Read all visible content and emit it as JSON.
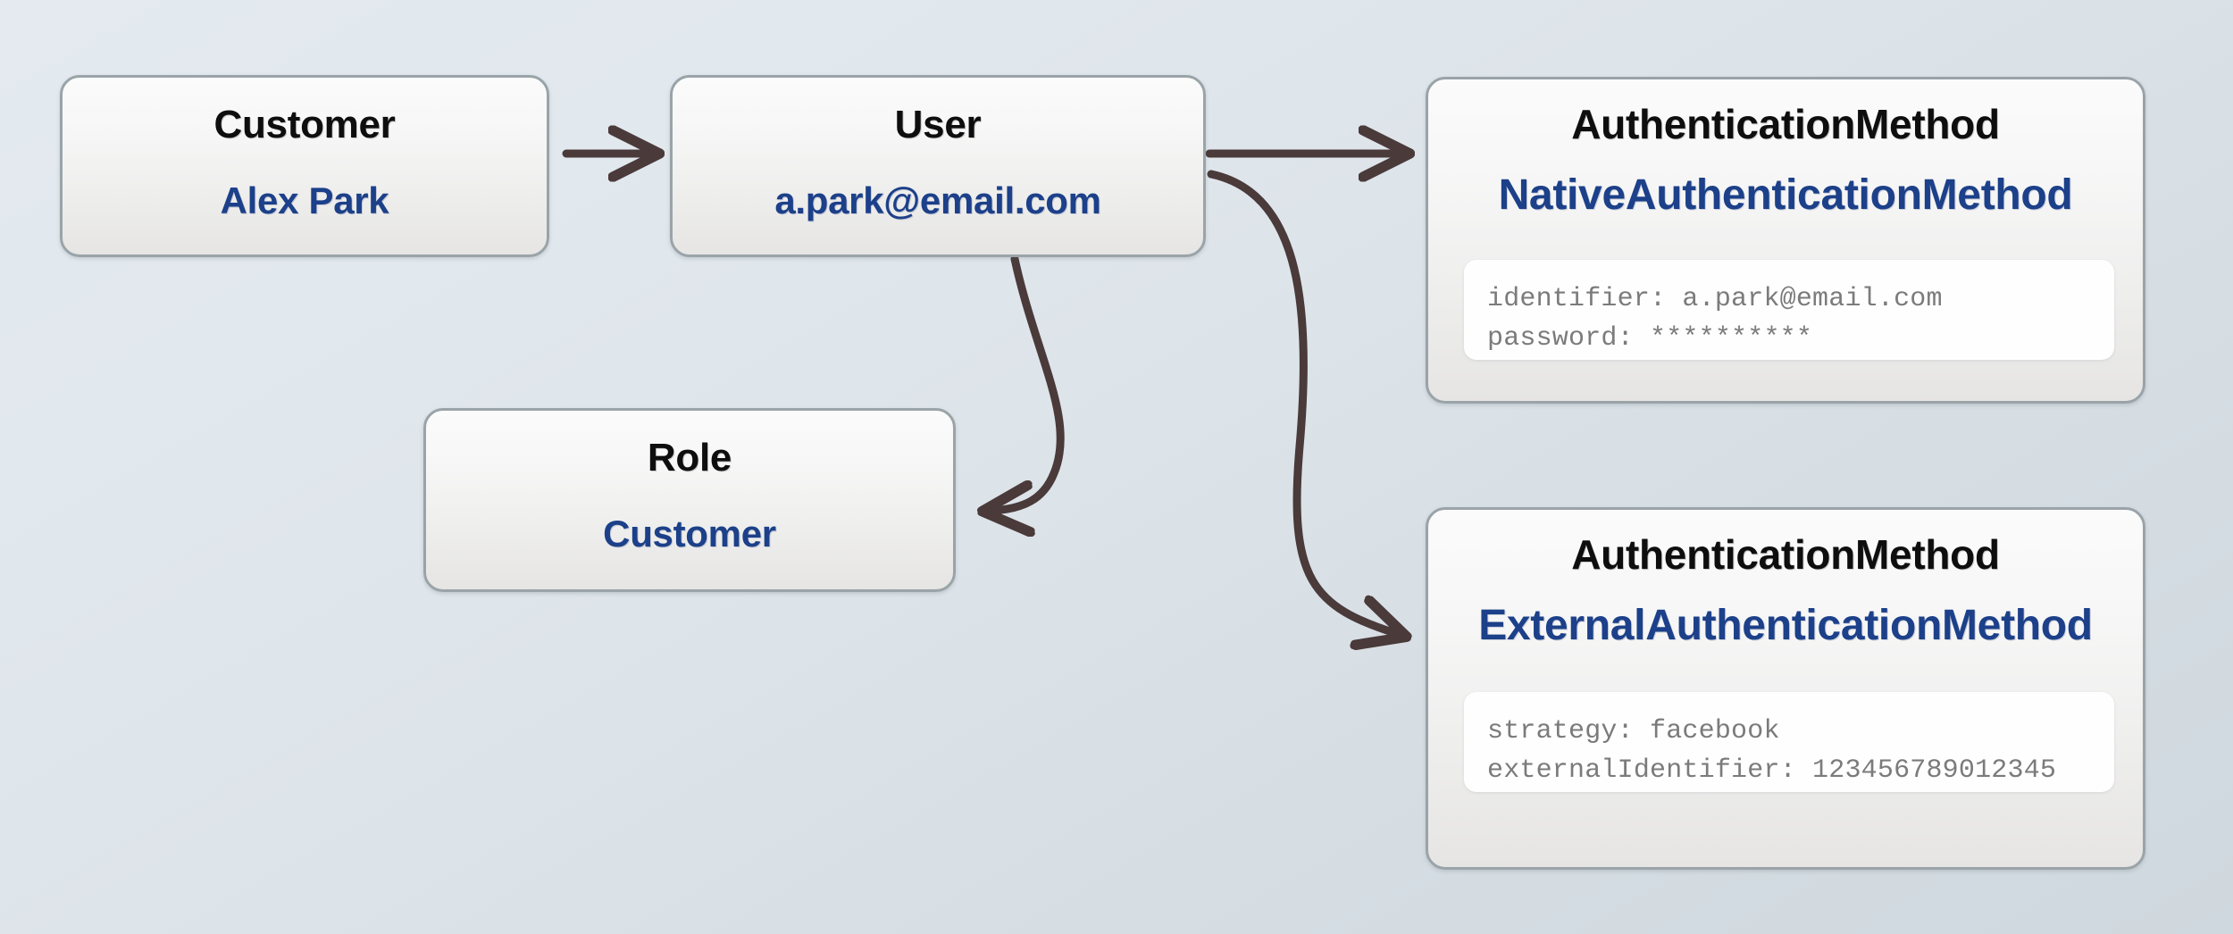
{
  "diagram": {
    "type": "entity-relationship",
    "background_color": "#dde4ea",
    "node_border_color": "#9aa4a8",
    "title_color": "#0e0e0e",
    "value_color": "#1c4089",
    "attribute_text_color": "#7b7b7b",
    "connector_color": "#4a3a3a"
  },
  "nodes": {
    "customer": {
      "title": "Customer",
      "value": "Alex Park"
    },
    "user": {
      "title": "User",
      "value": "a.park@email.com"
    },
    "role": {
      "title": "Role",
      "value": "Customer"
    },
    "native_auth": {
      "title": "AuthenticationMethod",
      "value": "NativeAuthenticationMethod",
      "attributes": [
        "identifier: a.park@email.com",
        "password: **********"
      ]
    },
    "external_auth": {
      "title": "AuthenticationMethod",
      "value": "ExternalAuthenticationMethod",
      "attributes": [
        "strategy: facebook",
        "externalIdentifier: 123456789012345"
      ]
    }
  },
  "edges": [
    {
      "name": "customer-to-user",
      "from": "customer",
      "to": "user",
      "style": "straight-arrow"
    },
    {
      "name": "user-to-native-auth",
      "from": "user",
      "to": "native_auth",
      "style": "straight-arrow"
    },
    {
      "name": "user-to-role",
      "from": "user",
      "to": "role",
      "style": "curved-arrow"
    },
    {
      "name": "user-to-external-auth",
      "from": "user",
      "to": "external_auth",
      "style": "curved-arrow"
    }
  ]
}
